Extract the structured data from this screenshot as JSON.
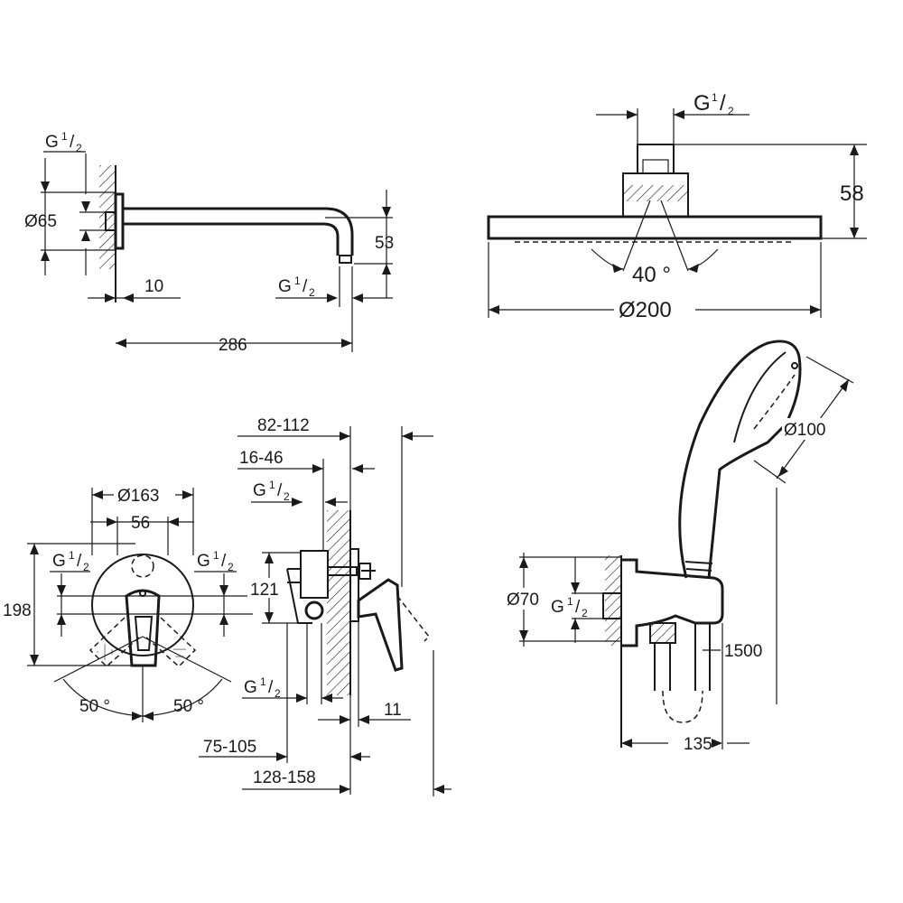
{
  "thread_g": "G",
  "thread_num": "1",
  "thread_den": "2",
  "arm": {
    "dia": "Ø65",
    "dist": "10",
    "length": "286",
    "drop": "53"
  },
  "head": {
    "height": "58",
    "angle": "40 °",
    "dia": "Ø200"
  },
  "valve_front": {
    "dia": "Ø163",
    "center": "56",
    "height": "198",
    "angle_left": "50 °",
    "angle_right": "50 °"
  },
  "valve_side": {
    "depth_a": "82-112",
    "depth_b": "16-46",
    "height": "121",
    "depth_c": "75-105",
    "depth_d": "128-158",
    "wall": "11"
  },
  "hand_shower": {
    "dia": "Ø100",
    "elbow_dia": "Ø70",
    "hose": "1500",
    "projection": "135"
  },
  "colors": {
    "line": "#1a1a1a",
    "background": "#ffffff"
  }
}
